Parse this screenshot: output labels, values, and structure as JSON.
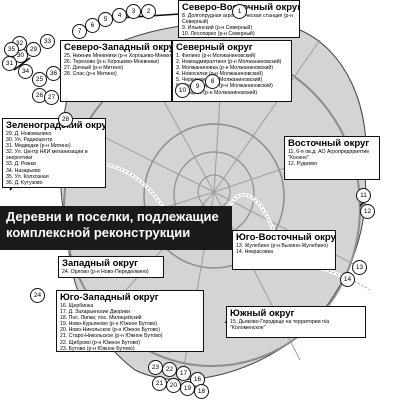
{
  "banner": {
    "line1": "Деревни и поселки, подлежащие",
    "line2": "комплексной реконструкции"
  },
  "districts": {
    "nvao": {
      "title": "Северо-Восточный округ",
      "items": [
        "8. Долгопрудная агрохимическая станция (р-н Северный)",
        "9. Ильинский (р-н Северный)",
        "10. Лесопарко (р-н Северный)"
      ]
    },
    "szao": {
      "title": "Северо-Западный округ",
      "items": [
        "25. Нижние Мневники (р-н Хорошево-Мневники)",
        "26. Терехово (р-н Хорошево-Мневники)",
        "27. Дачный (р-н Митино)",
        "28. Спас (р-н Митино)"
      ]
    },
    "sao": {
      "title": "Северный округ",
      "items": [
        "1. Филино (р-н Молжаниновский)",
        "2. Новоадмиралтиня (р-н Молжаниновский)",
        "3. Молжаниновка (р-н Молжаниновский)",
        "4. Новоселки (р-н Молжаниновский)",
        "5. Черкизово (р-н Молжаниновский)",
        "6. Мельнилирово (р-н Молжаниновский)",
        "7. Бурцево (р-н Молжаниновский)"
      ]
    },
    "zelao": {
      "title": "Зеленоградский округ",
      "items": [
        "29. Д. Новомалино",
        "30. Ул. Радиоцентр",
        "31. Медведки (р-н Митино)",
        "32. Ул. Центр НКИ механизации и энергетики",
        "33. Д. Рожки",
        "34. Назарьево",
        "35. Ул. Колхозная",
        "36. Д. Кутузово"
      ]
    },
    "vao": {
      "title": "Восточный округ",
      "items": [
        "11. 6-я ов.д. АО Агропредприятие \"Косино\"",
        "12. Руднево"
      ]
    },
    "yuvao": {
      "title": "Юго-Восточный округ",
      "items": [
        "13. Жулебино (р-н Выхино-Жулебино)",
        "14. Некрасовка"
      ]
    },
    "zao": {
      "title": "Западный округ",
      "items": [
        "24. Орлово (р-н Ново-Переделкино)"
      ]
    },
    "yuzao": {
      "title": "Юго-Западный округ",
      "items": [
        "16. Щербинка",
        "17. Д. Захарьинские Дворики",
        "18. Пос. Липки, пос. Милицейский",
        "19. Ново-Курьяново (р-н Южное Бутово)",
        "20. Ново-Никольское (р-н Южное Бутово)",
        "21. Старо-Никольское (р-н Южное Бутово)",
        "22. Щиброво (р-н Южное Бутово)",
        "23. Бутово (р-н Южное Бутово)"
      ]
    },
    "yuao": {
      "title": "Южный округ",
      "items": [
        "15. Дьяково-Городище на территории п/а \"Коломенское\""
      ]
    }
  },
  "markers": [
    "1",
    "2",
    "3",
    "4",
    "5",
    "6",
    "7",
    "8",
    "9",
    "10",
    "11",
    "12",
    "13",
    "14",
    "16",
    "17",
    "18",
    "19",
    "20",
    "21",
    "22",
    "23",
    "24",
    "25",
    "26",
    "27",
    "28",
    "29",
    "30",
    "31",
    "32",
    "33",
    "34",
    "35",
    "36"
  ],
  "colors": {
    "map_fill": "#d4d4d4",
    "road": "#8c8c8c",
    "river": "#ffffff",
    "banner_bg": "#1a1a1a"
  }
}
